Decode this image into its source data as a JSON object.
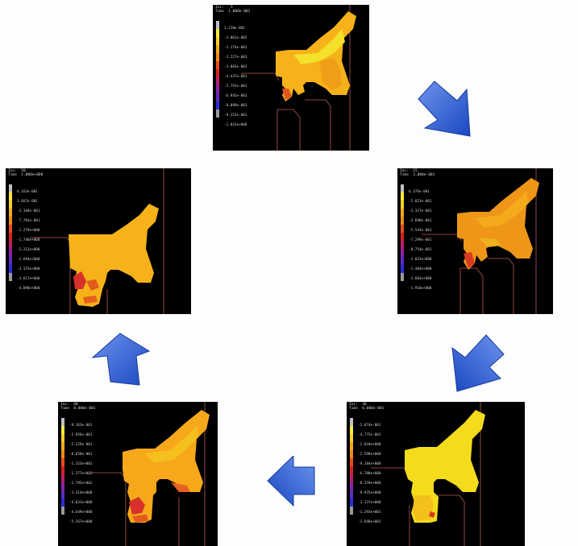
{
  "colors": {
    "background": "#fdfdfd",
    "panel": "#000000",
    "arrow": "#1f4fc4",
    "arrow_light": "#5f86e8",
    "part_main": "#f7b21a",
    "part_light": "#f4e12a",
    "part_dark": "#ef8d16",
    "hot": "#d8302b",
    "outline": "#b85a5a"
  },
  "legend_colors": [
    "#c0c0c0",
    "#f6ea3a",
    "#f4d02a",
    "#f2a91c",
    "#ee8a16",
    "#e84c1c",
    "#d42222",
    "#b81f6a",
    "#8a22a8",
    "#5a2cc2",
    "#3236c8",
    "#2b2bd8",
    "#9a9a9a"
  ],
  "panels": [
    {
      "id": "top",
      "inc": "Inc:   5",
      "time": "Time  1.000e-001",
      "labels": [
        "1.218e-001",
        "-2.061e-002",
        "-2.174e-001",
        "-3.227e-001",
        "-3.803e-001",
        "-4.437e-001",
        "-5.791e-001",
        "-6.945e-001",
        "-8.099e-001",
        "-9.253e-001",
        "-1.041e+000"
      ]
    },
    {
      "id": "right-top",
      "inc": "Inc:  15",
      "time": "Time  3.000e-001",
      "labels": [
        "6.376e-001",
        "-2.023e-001",
        "-3.327e-001",
        "-2.690e-001",
        "-5.543e-001",
        "-7.299e-001",
        "-8.754e-001",
        "-1.022e+000",
        "-1.484e+000",
        "-1.602e+000",
        "-1.918e+000"
      ]
    },
    {
      "id": "right-bottom",
      "inc": "Inc:  30",
      "time": "Time  6.000e-001",
      "labels": [
        "-2.074e-001",
        "-4.775e-001",
        "-2.018e+000",
        "-2.598e+000",
        "-9.184e+000",
        "-6.708e+000",
        "-8.259e+000",
        "-9.935e+000",
        "-1.137e+000",
        "-1.293e+001",
        "-1.648e+001"
      ]
    },
    {
      "id": "left-bottom",
      "inc": "Inc:  40",
      "time": "Time  8.000e-001",
      "labels": [
        "-9.163e-001",
        "-2.956e-001",
        "-5.229e-001",
        "-8.658e-001",
        "-1.323e+002",
        "-1.377e+002",
        "-2.795e+002",
        "-3.414e+000",
        "-4.031e+000",
        "-4.649e+000",
        "-5.267e+000"
      ]
    },
    {
      "id": "left-top",
      "inc": "Inc:  50",
      "time": "Time  1.000e+000",
      "labels": [
        "6.163e-001",
        "3.667e-001",
        "-3.168e-001",
        "-7.703e-001",
        "-1.279e+000",
        "-1.740e+000",
        "-2.213e+000",
        "-2.694e+000",
        "-3.155e+000",
        "-3.617e+000",
        "-4.098e+000"
      ]
    }
  ]
}
